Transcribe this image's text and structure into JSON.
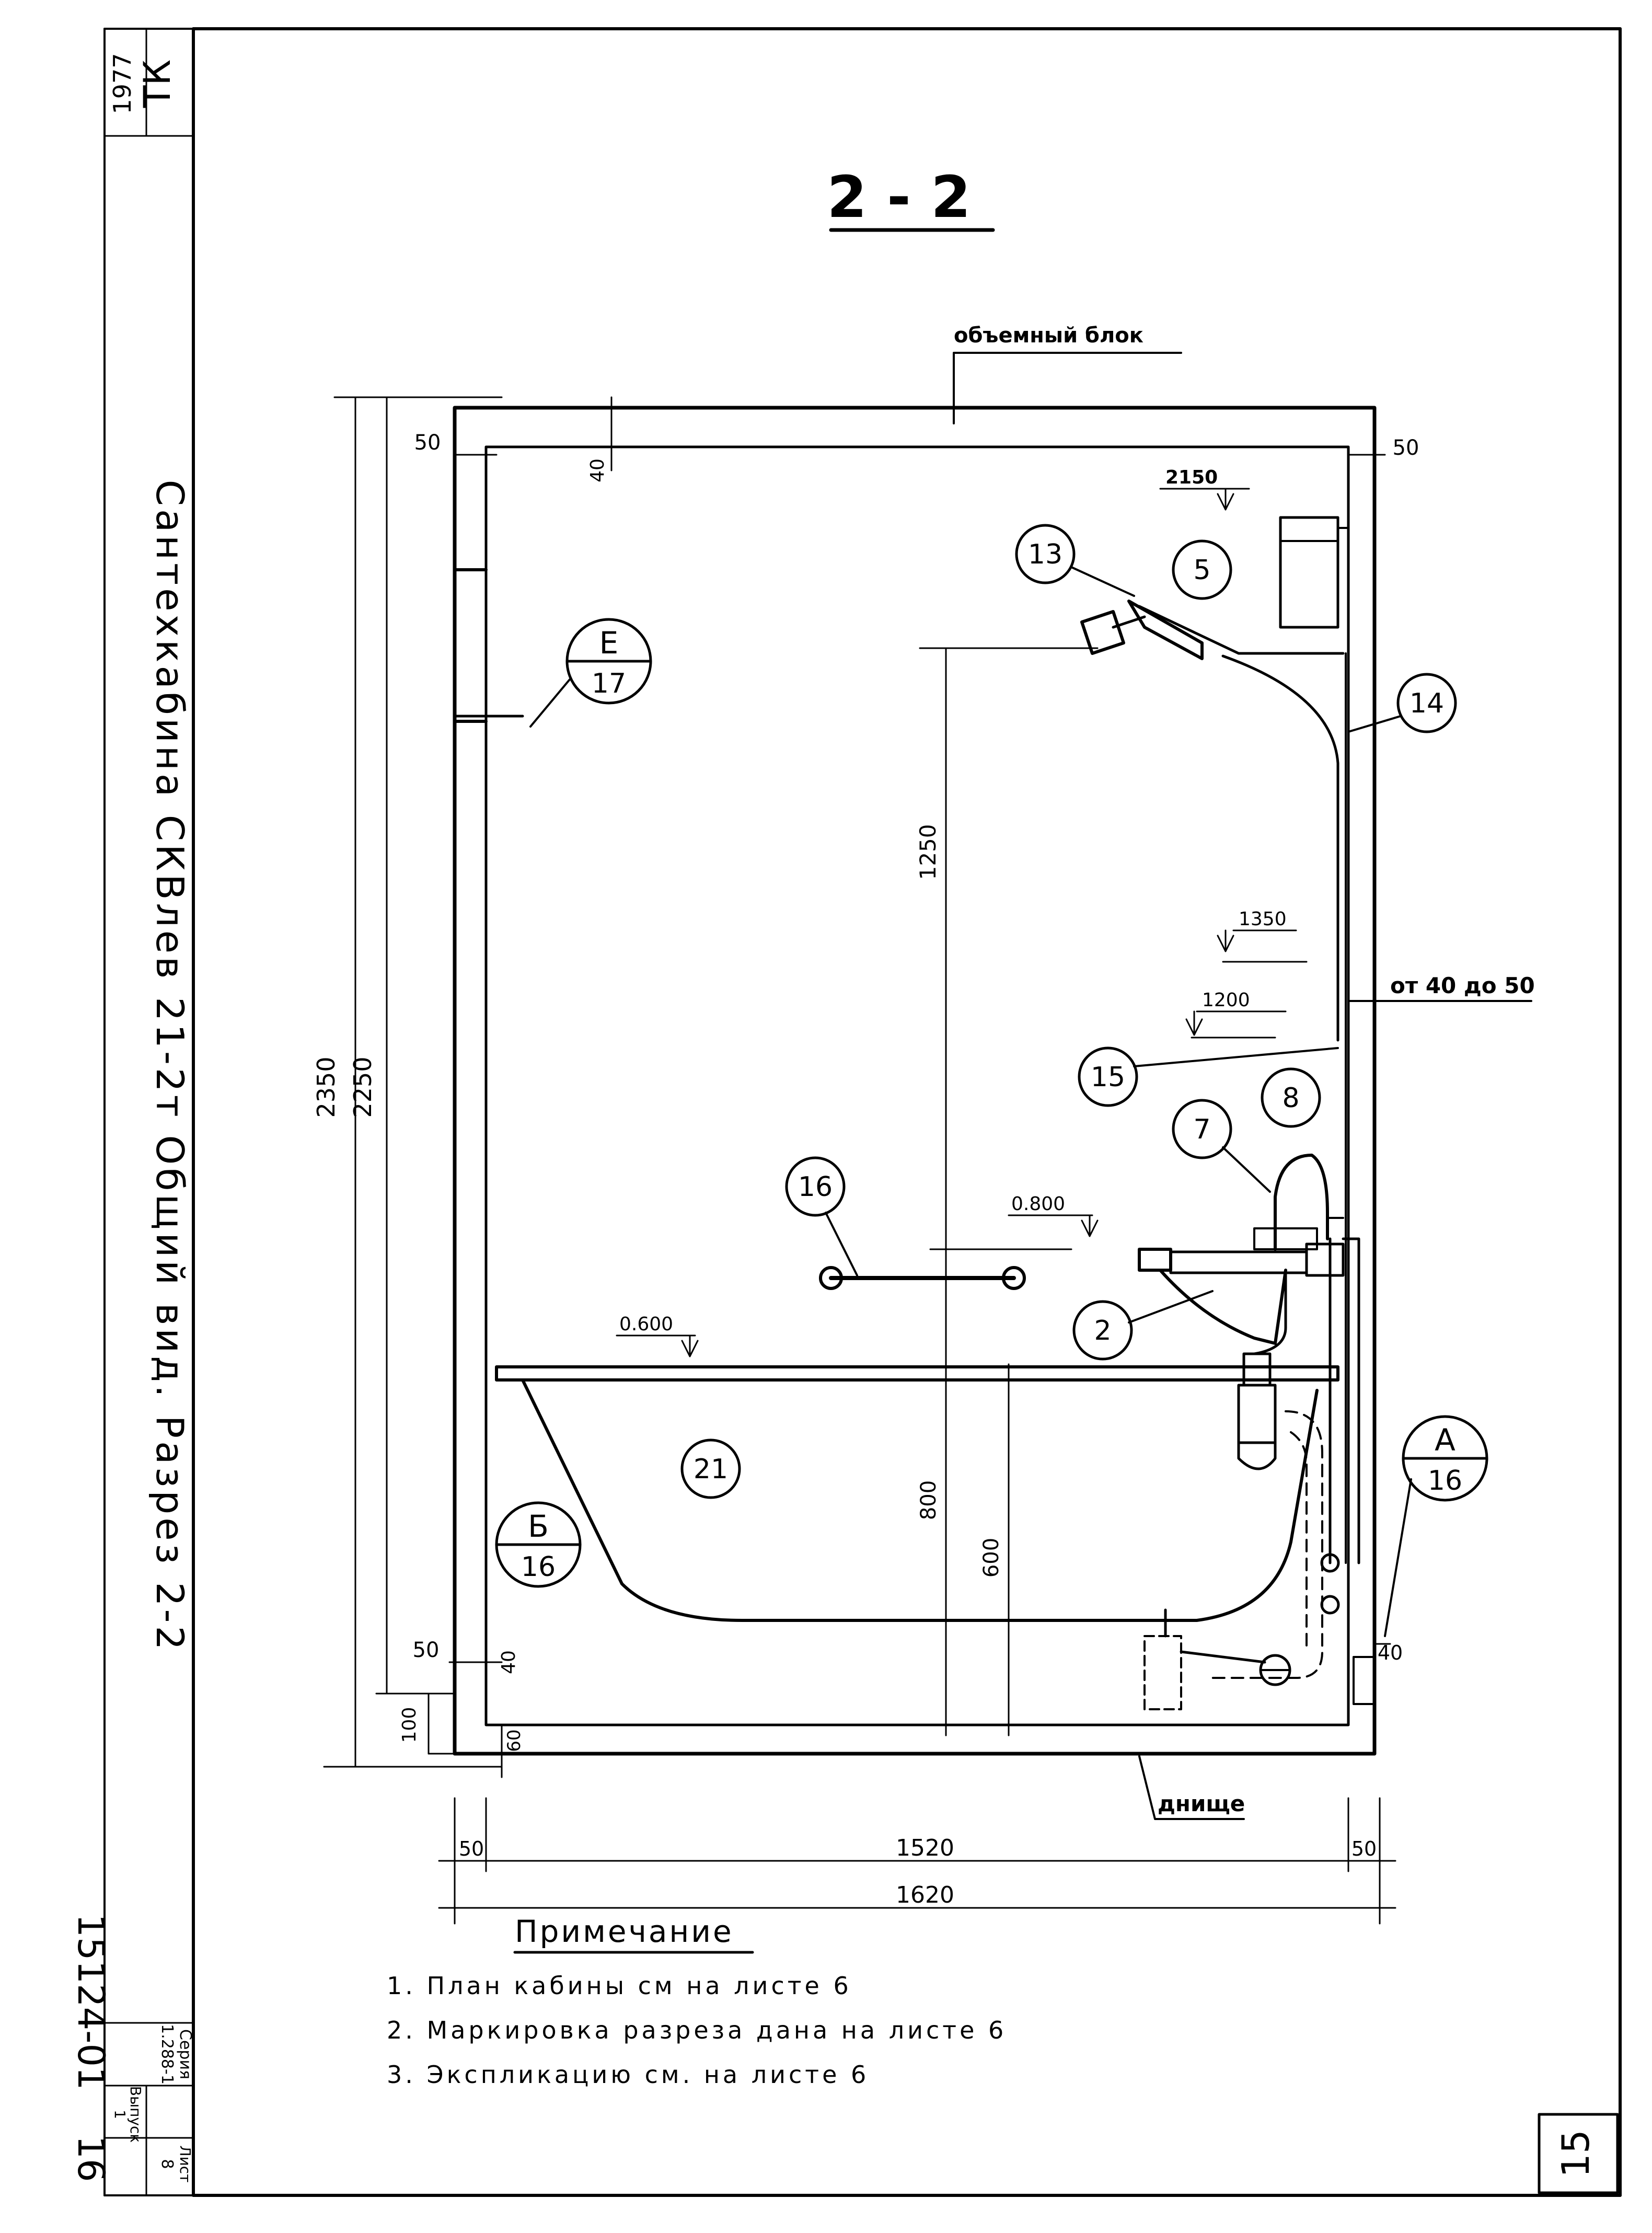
{
  "stamp": {
    "code": "ТК",
    "year": "1977",
    "series_label": "Серия",
    "series_value": "1.288-1",
    "issue_label": "Выпуск",
    "issue_value": "1",
    "sheet_label": "Лист",
    "sheet_value": "8",
    "drawing_number": "15124-01",
    "page_number": "16",
    "sheet_corner": "15"
  },
  "title_vertical": "Сантехкабина СКВлев 21-2т Общий вид. Разрез 2-2",
  "section_title": "2 - 2",
  "labels": {
    "volume_block": "объемный блок",
    "bottom": "днище",
    "from_to": "от 40 до 50"
  },
  "dimensions": {
    "overall_height": "2350",
    "inner_height": "2250",
    "top_wall": "40",
    "left_wall_top": "50",
    "right_wall_top": "50",
    "shower_height": "1250",
    "tub_height": "800",
    "tub_rim": "600",
    "bottom_wall": "40",
    "left_wall_bottom": "50",
    "bottom_offset": "100",
    "floor": "60",
    "right_bottom": "40",
    "inner_width": "1520",
    "overall_width": "1620",
    "left_wall_width": "50",
    "right_wall_width": "50"
  },
  "elevations": {
    "heater": "2150",
    "mark_1350": "1350",
    "mark_1200": "1200",
    "mark_0800": "0.800",
    "mark_0600": "0.600"
  },
  "positions": {
    "p2": "2",
    "p5": "5",
    "p7": "7",
    "p8": "8",
    "p13": "13",
    "p14": "14",
    "p15": "15",
    "p16": "16",
    "p21": "21"
  },
  "section_marks": {
    "e_letter": "Е",
    "e_sheet": "17",
    "a_letter": "А",
    "a_sheet": "16",
    "b_letter": "Б",
    "b_sheet": "16"
  },
  "notes": {
    "heading": "Примечание",
    "items": [
      "1. План кабины см на листе 6",
      "2. Маркировка разреза дана на листе 6",
      "3. Экспликацию см. на листе 6"
    ]
  }
}
